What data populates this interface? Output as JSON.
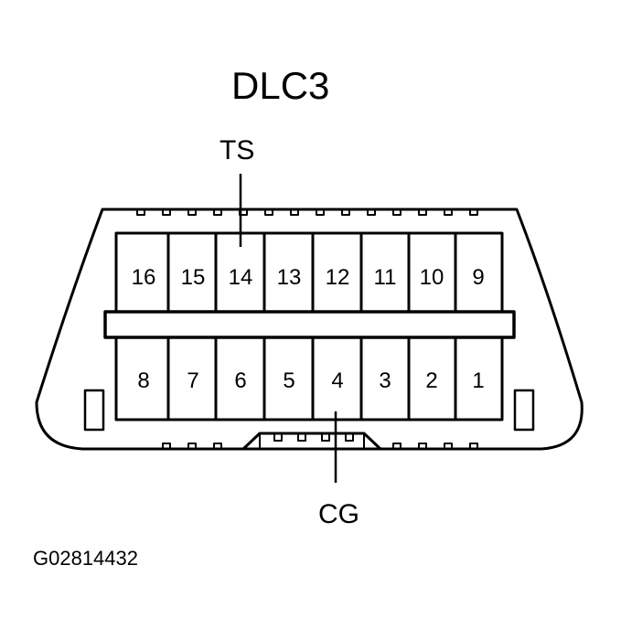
{
  "title": "DLC3",
  "figure_id": "G02814432",
  "connector": {
    "top_row_pins": [
      "16",
      "15",
      "14",
      "13",
      "12",
      "11",
      "10",
      "9"
    ],
    "bottom_row_pins": [
      "8",
      "7",
      "6",
      "5",
      "4",
      "3",
      "2",
      "1"
    ]
  },
  "callouts": {
    "ts": {
      "label": "TS",
      "pin": "14"
    },
    "cg": {
      "label": "CG",
      "pin": "4"
    }
  }
}
